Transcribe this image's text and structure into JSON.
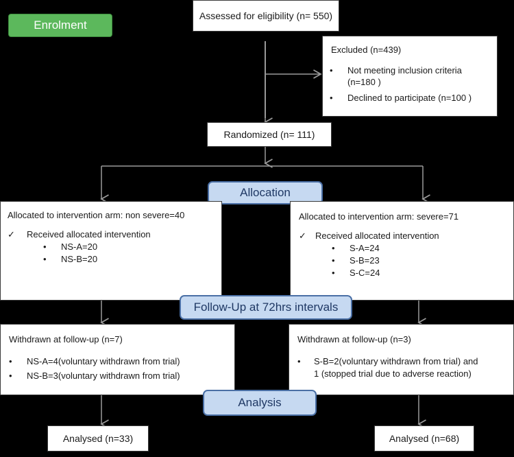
{
  "labels": {
    "enrolment": "Enrolment",
    "allocation": "Allocation",
    "followup": "Follow-Up at 72hrs intervals",
    "analysis": "Analysis"
  },
  "assessed": "Assessed for eligibility (n= 550)",
  "excluded": {
    "title": "Excluded (n=439)",
    "items": [
      {
        "line1": "Not meeting inclusion criteria",
        "line2": "(n=180  )"
      },
      {
        "line1": "Declined to participate (n=100 )"
      }
    ]
  },
  "randomized": "Randomized (n= 111)",
  "alloc_left": {
    "title": "Allocated to intervention arm: non severe=40",
    "received": "Received allocated intervention",
    "items": [
      "NS-A=20",
      "NS-B=20"
    ]
  },
  "alloc_right": {
    "title": "Allocated to intervention arm: severe=71",
    "received": "Received allocated intervention",
    "items": [
      "S-A=24",
      "S-B=23",
      "S-C=24"
    ]
  },
  "withdrawn_left": {
    "title": "Withdrawn at follow-up (n=7)",
    "items": [
      "NS-A=4(voluntary withdrawn from trial)",
      "NS-B=3(voluntary withdrawn from trial)"
    ]
  },
  "withdrawn_right": {
    "title": "Withdrawn at follow-up (n=3)",
    "item_line1": "S-B=2(voluntary withdrawn from trial) and",
    "item_line2": "1 (stopped trial due to adverse reaction)"
  },
  "analysed_left": "Analysed (n=33)",
  "analysed_right": "Analysed (n=68)",
  "glyphs": {
    "bullet": "•",
    "check": "✓"
  }
}
